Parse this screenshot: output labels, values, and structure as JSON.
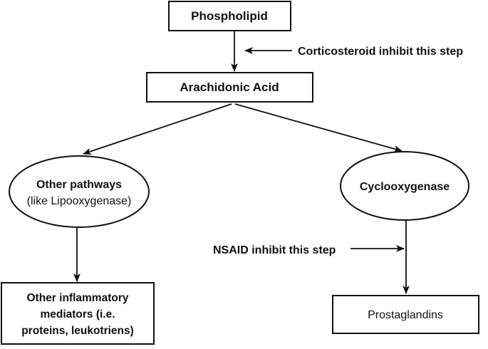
{
  "nodes": {
    "phospholipid": "Phospholipid",
    "arachidonic_acid": "Arachidonic Acid",
    "other_pathways": {
      "line1": "Other pathways",
      "line2": "(like Lipooxygenase)"
    },
    "cyclooxygenase": "Cyclooxygenase",
    "other_mediators": {
      "line1": "Other inflammatory",
      "line2": "mediators (i.e.",
      "line3": "proteins, leukotriens)"
    },
    "prostaglandins": "Prostaglandins"
  },
  "annotations": {
    "corticosteroid": "Corticosteroid inhibit this step",
    "nsaid": "NSAID inhibit this step"
  }
}
